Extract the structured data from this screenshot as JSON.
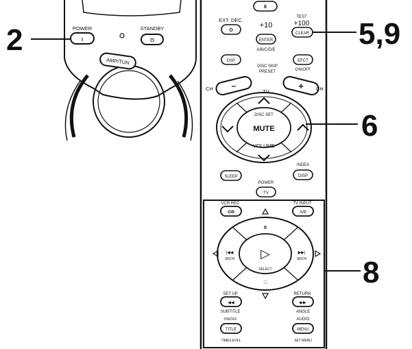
{
  "callouts": {
    "c1": "2",
    "c2": "5,9",
    "c3": "6",
    "c4": "8"
  },
  "main_unit": {
    "power_label": "POWER",
    "power_symbol": "I",
    "standby_label": "STANDBY",
    "standby_symbol": "⏻",
    "amp_tun": "AMP/TUN"
  },
  "remote": {
    "top_key": "8",
    "ext_dec": "EXT. DEC.",
    "ext_dec_symbol": "O",
    "plus10": "+10",
    "enter": "ENTER",
    "abcde": "A/B/C/D/E",
    "test": "TEST",
    "plus100": "+100",
    "clear": "CLEAR",
    "dsp": "DSP",
    "disc_skip": "DISC SKIP",
    "preset": "PRESET",
    "efct": "EFCT",
    "on_off": "ON/OFF",
    "ch_left": "CH",
    "ch_right": "CH",
    "minus": "–",
    "plus": "+",
    "tv": "TV",
    "disc_set": "DISC SET",
    "mute": "MUTE",
    "volume": "VOLUME",
    "sleep": "SLEEP",
    "index": "INDEX",
    "disp": "DISP",
    "power": "POWER",
    "tv_btn": "TV",
    "vcr_rec": "VCR REC",
    "vcr_rec_symbol": "O/II",
    "tv_input": "TV INPUT",
    "ab": "A/B",
    "pause_symbol": "II",
    "skip_left_symbol": "|◀◀",
    "skip_right_symbol": "▶▶|",
    "srch_left": "SRCH",
    "srch_right": "SRCH",
    "play_symbol": "▷",
    "select": "SELECT",
    "stop_symbol": "□",
    "set_up": "SET UP",
    "rewind_symbol": "◀◀",
    "return": "RETURN",
    "ff_symbol": "▶▶",
    "subtitle": "SUBTITLE",
    "on_off2": "ON/OFF",
    "angle": "ANGLE",
    "audio": "AUDIO",
    "title": "TITLE",
    "menu": "MENU",
    "time_level": "TIME/LEVEL",
    "set_menu": "SET MENU"
  }
}
